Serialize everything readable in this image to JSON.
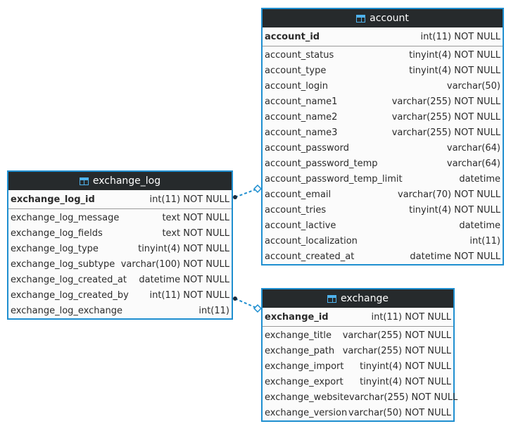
{
  "colors": {
    "border": "#1f8fd0",
    "header_bg": "#262a2c",
    "link": "#1f8fd0"
  },
  "entities": [
    {
      "id": "account",
      "name": "account",
      "icon": "table-icon",
      "pk": {
        "name": "account_id",
        "type": "int(11) NOT NULL"
      },
      "columns": [
        {
          "name": "account_status",
          "type": "tinyint(4) NOT NULL"
        },
        {
          "name": "account_type",
          "type": "tinyint(4) NOT NULL"
        },
        {
          "name": "account_login",
          "type": "varchar(50)"
        },
        {
          "name": "account_name1",
          "type": "varchar(255) NOT NULL"
        },
        {
          "name": "account_name2",
          "type": "varchar(255) NOT NULL"
        },
        {
          "name": "account_name3",
          "type": "varchar(255) NOT NULL"
        },
        {
          "name": "account_password",
          "type": "varchar(64)"
        },
        {
          "name": "account_password_temp",
          "type": "varchar(64)"
        },
        {
          "name": "account_password_temp_limit",
          "type": "datetime"
        },
        {
          "name": "account_email",
          "type": "varchar(70) NOT NULL"
        },
        {
          "name": "account_tries",
          "type": "tinyint(4) NOT NULL"
        },
        {
          "name": "account_lactive",
          "type": "datetime"
        },
        {
          "name": "account_localization",
          "type": "int(11)"
        },
        {
          "name": "account_created_at",
          "type": "datetime NOT NULL"
        }
      ]
    },
    {
      "id": "exchange_log",
      "name": "exchange_log",
      "icon": "table-icon",
      "pk": {
        "name": "exchange_log_id",
        "type": "int(11) NOT NULL"
      },
      "columns": [
        {
          "name": "exchange_log_message",
          "type": "text NOT NULL"
        },
        {
          "name": "exchange_log_fields",
          "type": "text NOT NULL"
        },
        {
          "name": "exchange_log_type",
          "type": "tinyint(4) NOT NULL"
        },
        {
          "name": "exchange_log_subtype",
          "type": "varchar(100) NOT NULL"
        },
        {
          "name": "exchange_log_created_at",
          "type": "datetime NOT NULL"
        },
        {
          "name": "exchange_log_created_by",
          "type": "int(11) NOT NULL"
        },
        {
          "name": "exchange_log_exchange",
          "type": "int(11)"
        }
      ]
    },
    {
      "id": "exchange",
      "name": "exchange",
      "icon": "table-icon",
      "pk": {
        "name": "exchange_id",
        "type": "int(11) NOT NULL"
      },
      "columns": [
        {
          "name": "exchange_title",
          "type": "varchar(255) NOT NULL"
        },
        {
          "name": "exchange_path",
          "type": "varchar(255) NOT NULL"
        },
        {
          "name": "exchange_import",
          "type": "tinyint(4) NOT NULL"
        },
        {
          "name": "exchange_export",
          "type": "tinyint(4) NOT NULL"
        },
        {
          "name": "exchange_website",
          "type": "varchar(255) NOT NULL"
        },
        {
          "name": "exchange_version",
          "type": "varchar(50) NOT NULL"
        }
      ]
    }
  ],
  "relations": [
    {
      "from_entity": "exchange_log",
      "from_column": "exchange_log_created_by",
      "to_entity": "account",
      "to_column": "account_id"
    },
    {
      "from_entity": "exchange_log",
      "from_column": "exchange_log_exchange",
      "to_entity": "exchange",
      "to_column": "exchange_id"
    }
  ]
}
